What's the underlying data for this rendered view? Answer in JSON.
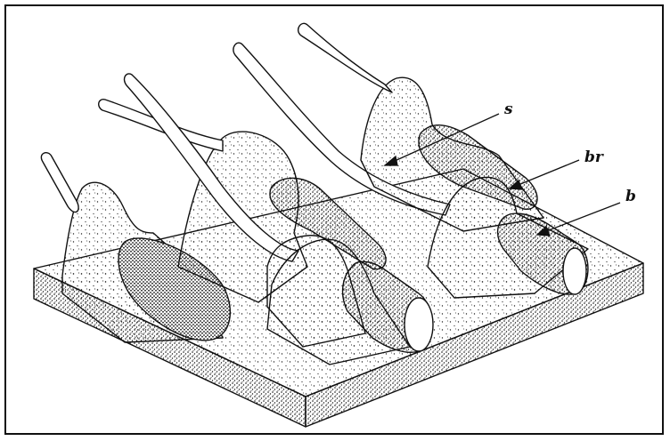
{
  "figure": {
    "labels": {
      "s": "s",
      "br": "br",
      "b": "b"
    },
    "colors": {
      "ink": "#111111",
      "paper": "#ffffff"
    }
  }
}
